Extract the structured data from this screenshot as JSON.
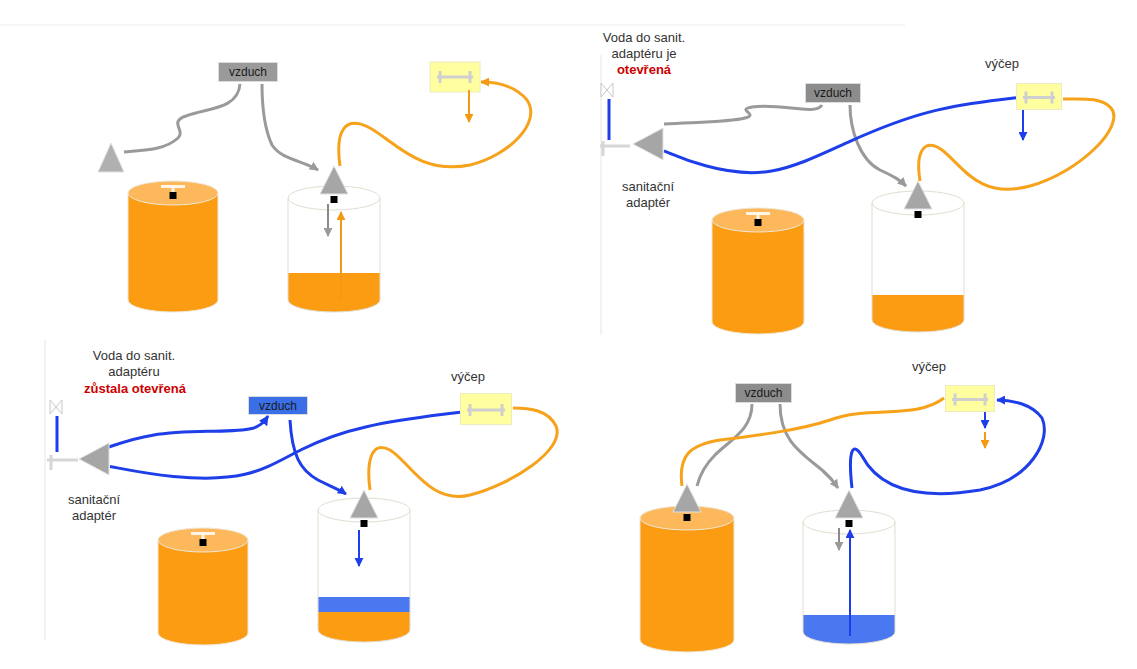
{
  "diagram": {
    "nodes": [
      {
        "text": [
          "vzduch"
        ]
      },
      {
        "text": [
          "sanitační adaptér"
        ]
      },
      {
        "text": [
          "vzduch"
        ]
      },
      {
        "text": [
          "výčep"
        ]
      },
      {
        "text": [
          "sanitační adaptér"
        ]
      },
      {
        "text": [
          "vzduch"
        ]
      },
      {
        "text": [
          "výčep"
        ]
      },
      {
        "text": [
          "vzduch"
        ]
      },
      {
        "text": [
          "výčep"
        ]
      }
    ],
    "edges": [
      {
        "from": 1,
        "to": 3,
        "arrow": "none"
      },
      {
        "from": 4,
        "to": 5,
        "arrow": "to"
      },
      {
        "from": 4,
        "to": 6,
        "arrow": "none"
      }
    ],
    "labels": [
      "Voda do sanit. adaptéru je",
      "otevřená",
      "Voda do sanit. adaptéru",
      "zůstala otevřená"
    ]
  }
}
